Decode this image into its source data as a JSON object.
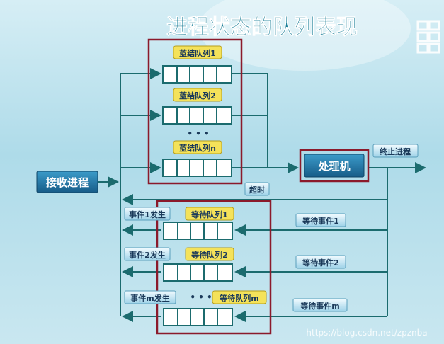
{
  "title": "进程状态的队列表现",
  "receive_process": "接收进程",
  "processor": "处理机",
  "terminate": "终止进程",
  "timeout": "超时",
  "ellipsis": "• • •",
  "ready_queues": [
    {
      "label": "蓝结队列1"
    },
    {
      "label": "蓝结队列2"
    },
    {
      "label": "蓝结队列n"
    }
  ],
  "wait_queues": [
    {
      "label": "等待队列1",
      "event": "事件1发生",
      "wait_event": "等待事件1"
    },
    {
      "label": "等待队列2",
      "event": "事件2发生",
      "wait_event": "等待事件2"
    },
    {
      "label": "等待队列m",
      "event": "事件m发生",
      "wait_event": "等待事件m"
    }
  ],
  "watermark": "https://blog.csdn.net/zpznba",
  "colors": {
    "line": "#1b6b6e",
    "frame": "#8b1a2b",
    "label_yellow": "#f4e25a",
    "box_blue": "#1e6fa0",
    "title": "#1c7f98"
  }
}
